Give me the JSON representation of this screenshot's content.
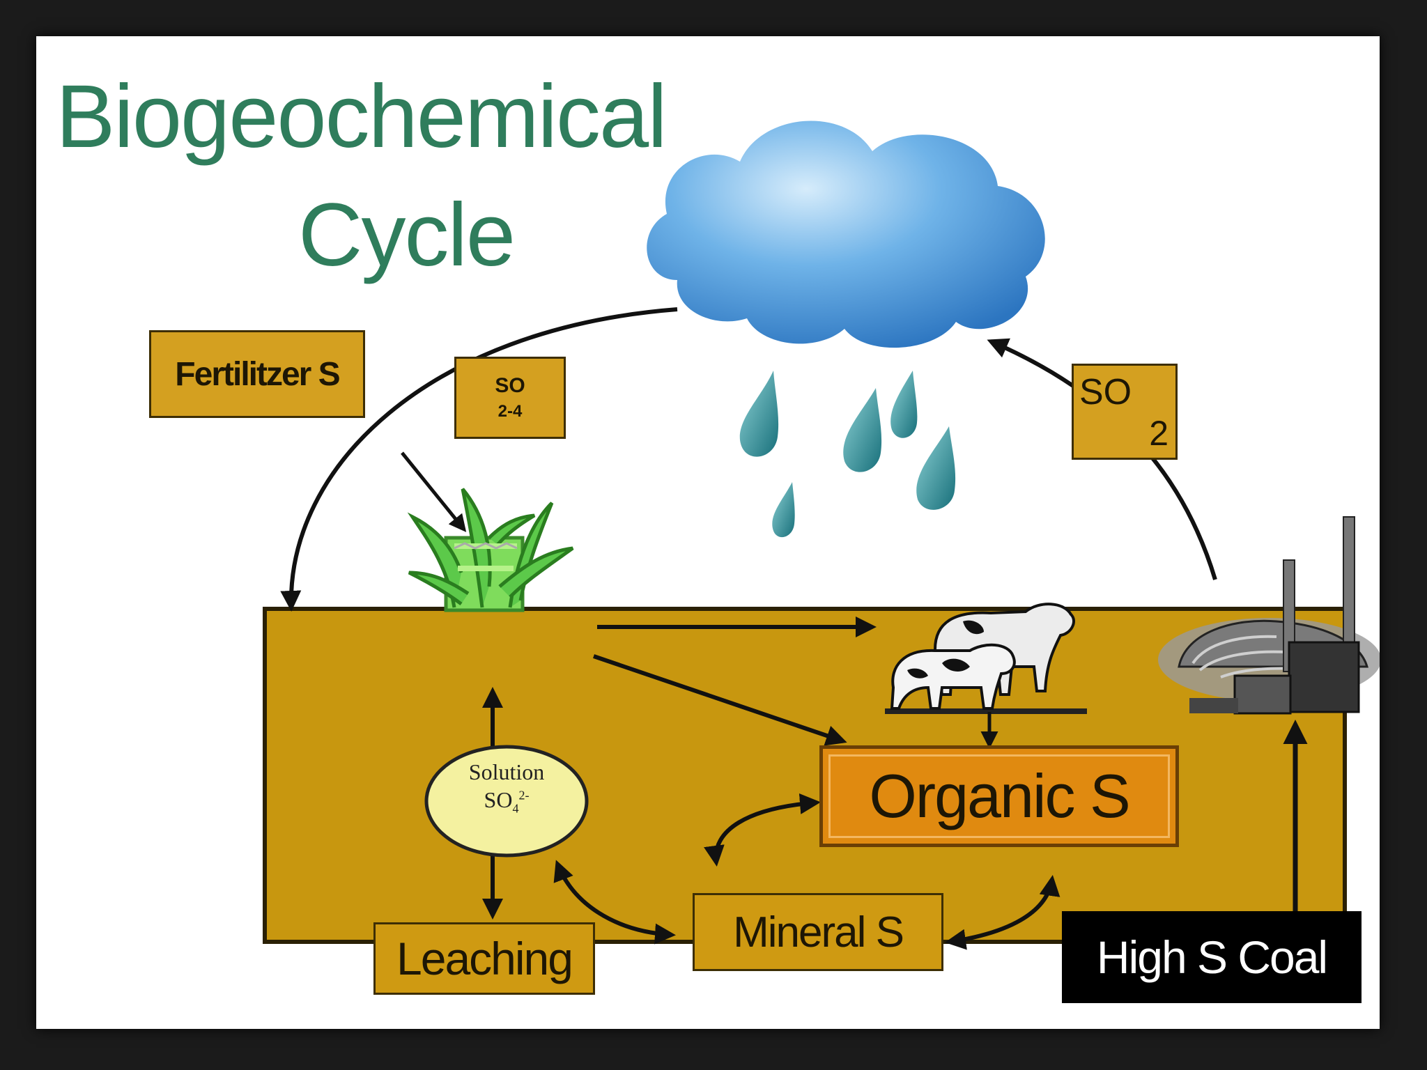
{
  "title_line1": "Biogeochemical",
  "title_line2": "Cycle",
  "labels": {
    "fertilizer": "Fertilitzer S",
    "so24_top": "SO",
    "so24_bottom": "2-4",
    "so2_main": "SO",
    "so2_sub": "2",
    "solution_line1": "Solution",
    "solution_line2": "SO",
    "solution_sub": "4",
    "solution_sup": "2-",
    "organic": "Organic S",
    "mineral": "Mineral S",
    "leaching": "Leaching",
    "coal": "High S Coal"
  },
  "icons": [
    "cloud-icon",
    "raindrop-icon",
    "plant-icon",
    "livestock-icon",
    "power-plant-icon"
  ],
  "colors": {
    "title": "#2f7d5c",
    "soil": "#c8970f",
    "box_fill": "#d4a020",
    "organic_fill": "#e08a10",
    "solution_fill": "#f4f1a0",
    "cloud": "#3f8fd3",
    "raindrop": "#1f8a92",
    "coal_box": "#000000"
  }
}
